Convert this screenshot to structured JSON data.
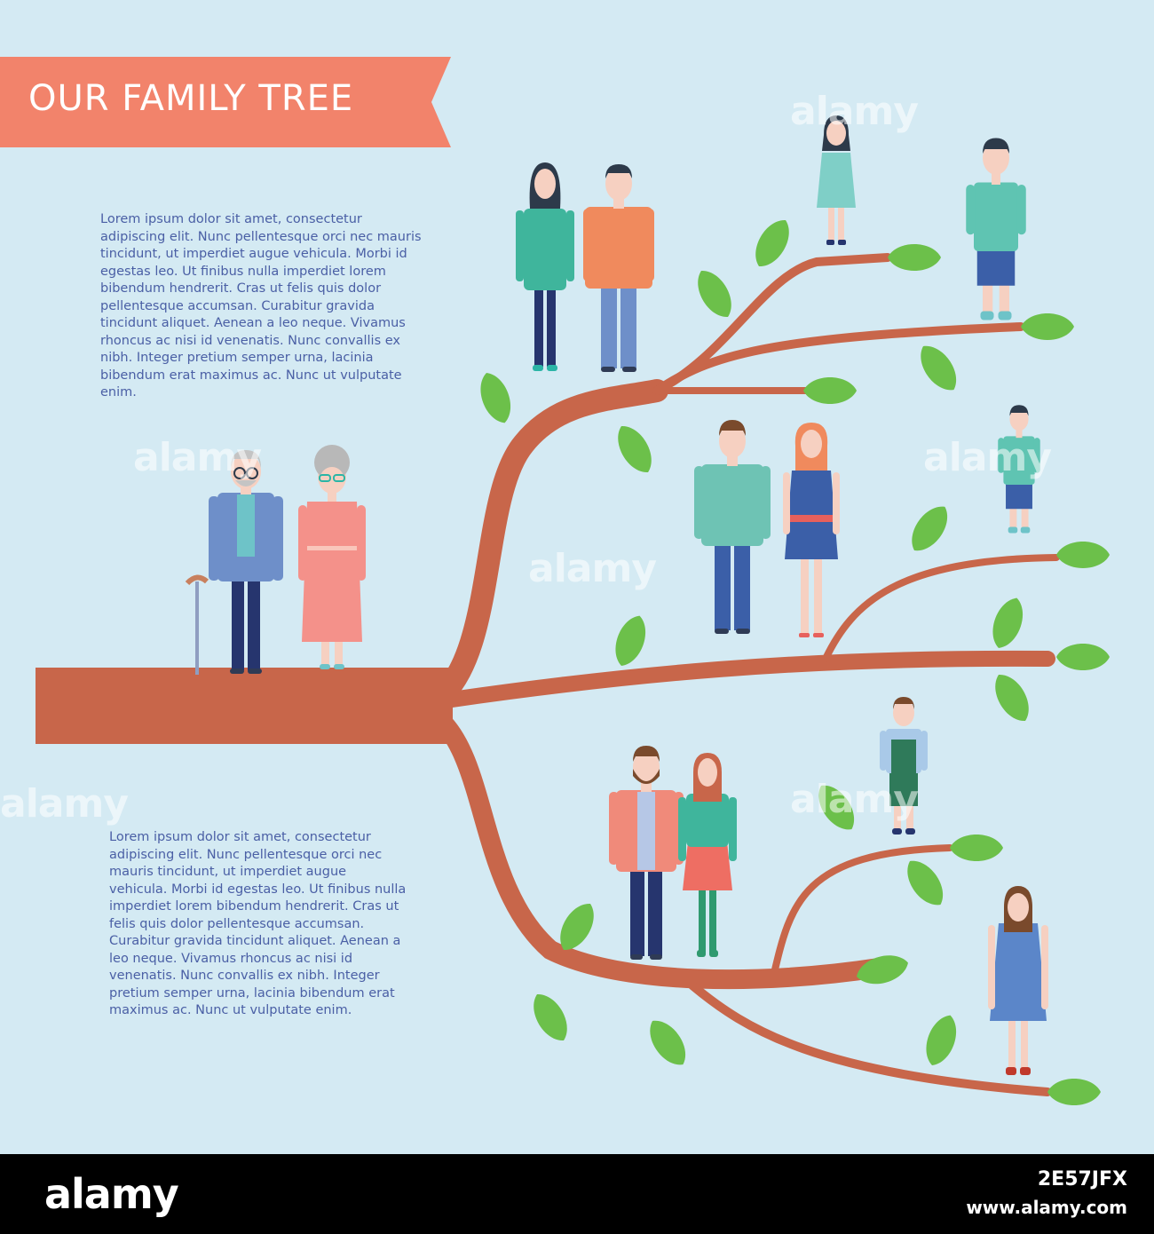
{
  "banner": {
    "title": "OUR FAMILY TREE"
  },
  "paragraphs": {
    "top": "Lorem ipsum dolor sit amet, consectetur adipiscing elit. Nunc pellentesque orci nec mauris tincidunt, ut imperdiet augue vehicula. Morbi id egestas leo. Ut finibus nulla imperdiet lorem bibendum hendrerit. Cras ut felis quis dolor pellentesque accumsan. Curabitur gravida tincidunt aliquet. Aenean a leo neque. Vivamus rhoncus ac nisi id venenatis. Nunc convallis ex nibh. Integer pretium semper urna, lacinia bibendum erat maximus ac. Nunc ut vulputate enim.",
    "bottom": "Lorem ipsum dolor sit amet, consectetur adipiscing elit. Nunc pellentesque orci nec mauris tincidunt, ut imperdiet augue vehicula. Morbi id egestas leo. Ut finibus nulla imperdiet lorem bibendum hendrerit. Cras ut felis quis dolor pellentesque accumsan. Curabitur gravida tincidunt aliquet. Aenean a leo neque. Vivamus rhoncus ac nisi id venenatis. Nunc convallis ex nibh. Integer pretium semper urna, lacinia bibendum erat maximus ac. Nunc ut vulputate enim."
  },
  "watermark": {
    "text": "alamy"
  },
  "footer": {
    "logo": "alamy",
    "image_id": "2E57JFX",
    "url": "www.alamy.com"
  },
  "colors": {
    "background": "#d4eaf3",
    "banner": "#f2836b",
    "branch": "#c8664a",
    "leaf": "#6cc04a",
    "text": "#4a5fa5"
  },
  "icons": [
    "grandfather-icon",
    "grandmother-icon",
    "man-icon",
    "woman-icon",
    "boy-icon",
    "girl-icon",
    "leaf-icon"
  ]
}
